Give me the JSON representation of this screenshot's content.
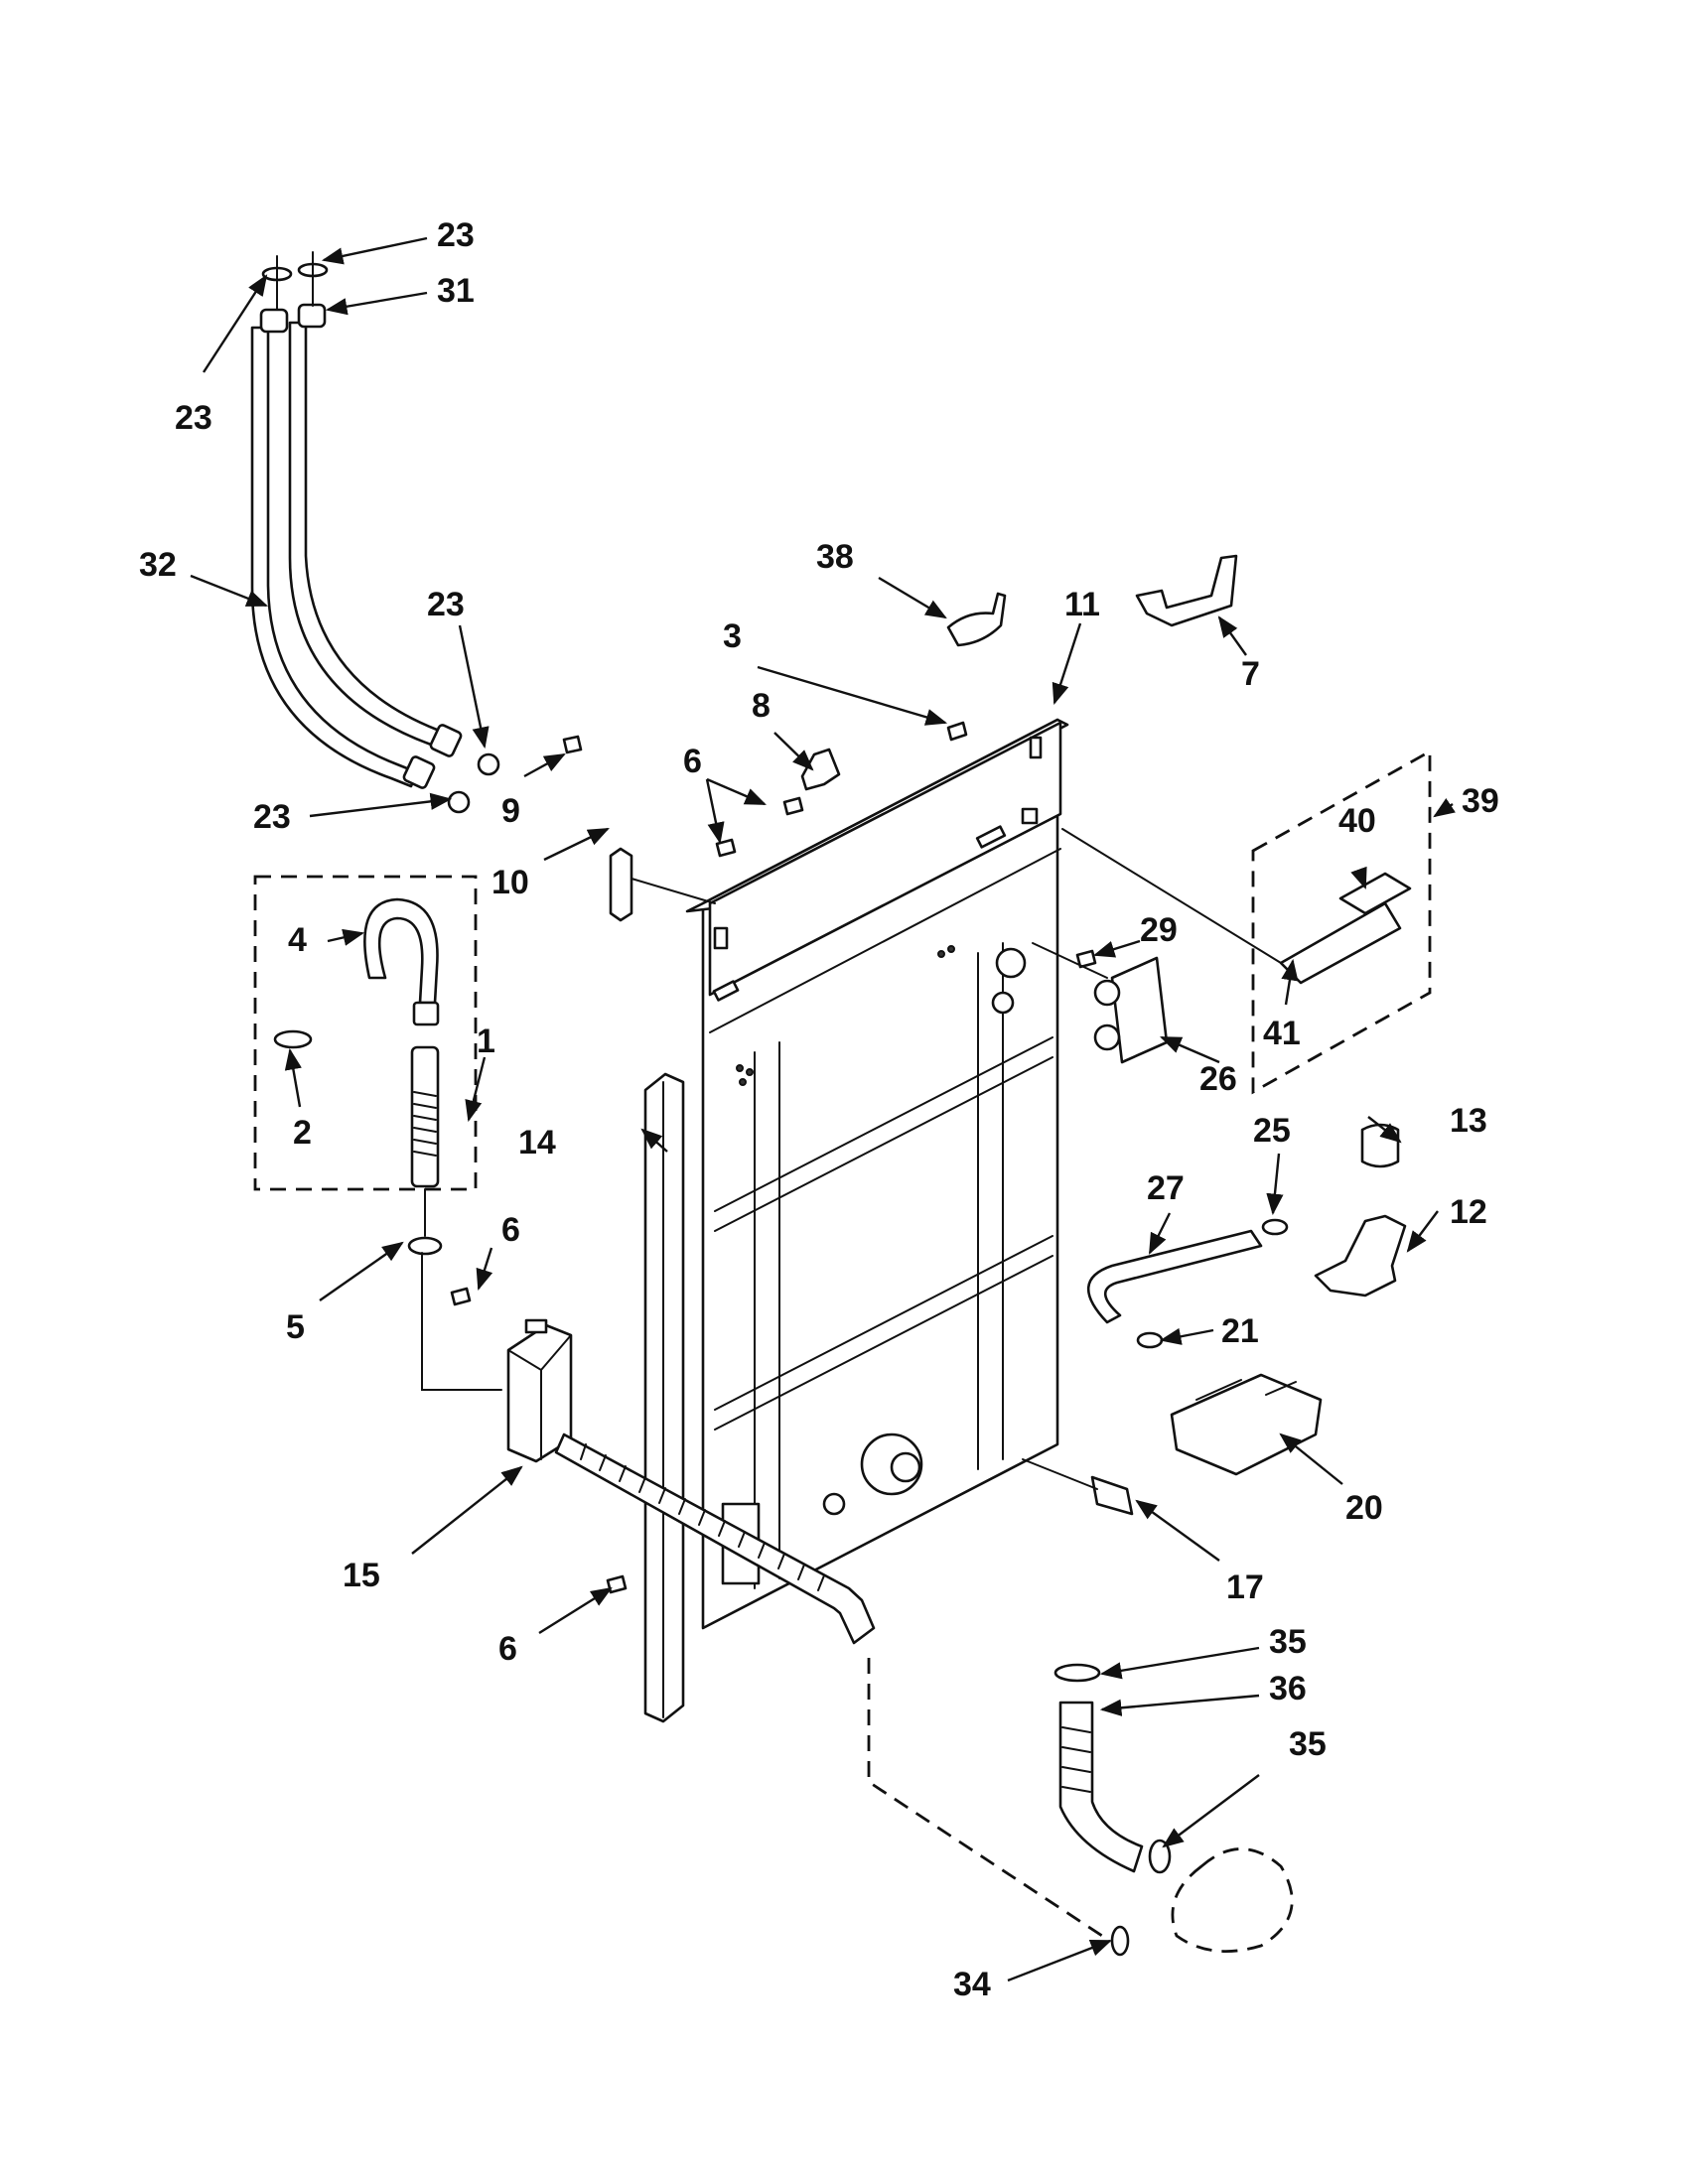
{
  "diagram": {
    "callouts": {
      "c1": "1",
      "c2": "2",
      "c3": "3",
      "c4": "4",
      "c5": "5",
      "c6a": "6",
      "c6b": "6",
      "c6c": "6",
      "c7": "7",
      "c8": "8",
      "c9": "9",
      "c10": "10",
      "c11": "11",
      "c12": "12",
      "c13": "13",
      "c14": "14",
      "c15": "15",
      "c17": "17",
      "c20": "20",
      "c21": "21",
      "c23a": "23",
      "c23b": "23",
      "c23c": "23",
      "c23d": "23",
      "c25": "25",
      "c26": "26",
      "c27": "27",
      "c29": "29",
      "c31": "31",
      "c32": "32",
      "c34": "34",
      "c35a": "35",
      "c35b": "35",
      "c36": "36",
      "c38": "38",
      "c39": "39",
      "c40": "40",
      "c41": "41"
    },
    "colors": {
      "line": "#111111",
      "background": "#ffffff"
    }
  }
}
